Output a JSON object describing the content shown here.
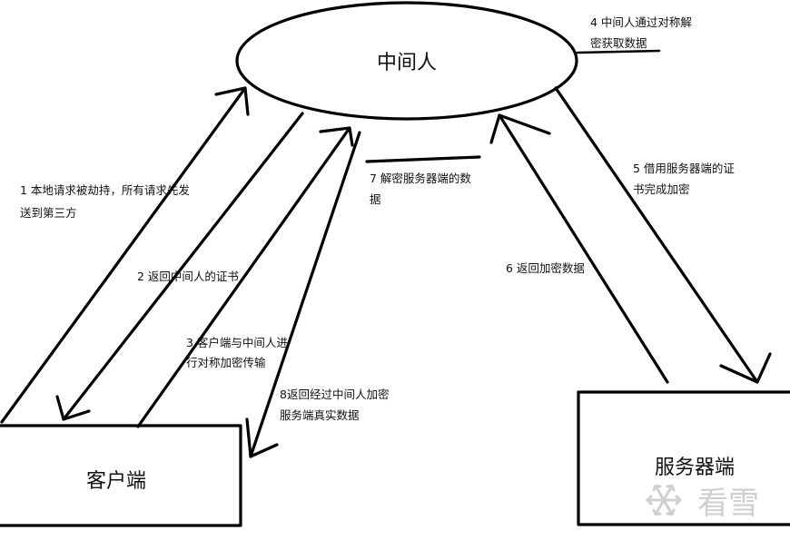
{
  "nodes": {
    "mitm": "中间人",
    "client": "客户端",
    "server": "服务器端"
  },
  "steps": [
    {
      "id": "step1",
      "lines": [
        "1 本地请求被劫持，所有请求先发",
        "送到第三方"
      ]
    },
    {
      "id": "step2",
      "lines": [
        "2 返回中间人的证书"
      ]
    },
    {
      "id": "step3",
      "lines": [
        "3 客户端与中间人进",
        "行对称加密传输"
      ]
    },
    {
      "id": "step4",
      "lines": [
        "4 中间人通过对称解",
        "密获取数据"
      ]
    },
    {
      "id": "step5",
      "lines": [
        "5 借用服务器端的证",
        "书完成加密"
      ]
    },
    {
      "id": "step6",
      "lines": [
        "6 返回加密数据"
      ]
    },
    {
      "id": "step7",
      "lines": [
        "7 解密服务器端的数",
        "据"
      ]
    },
    {
      "id": "step8",
      "lines": [
        "8返回经过中间人加密",
        "服务端真实数据"
      ]
    }
  ],
  "watermark": {
    "text": "看雪",
    "icon": "snowflake-icon"
  }
}
